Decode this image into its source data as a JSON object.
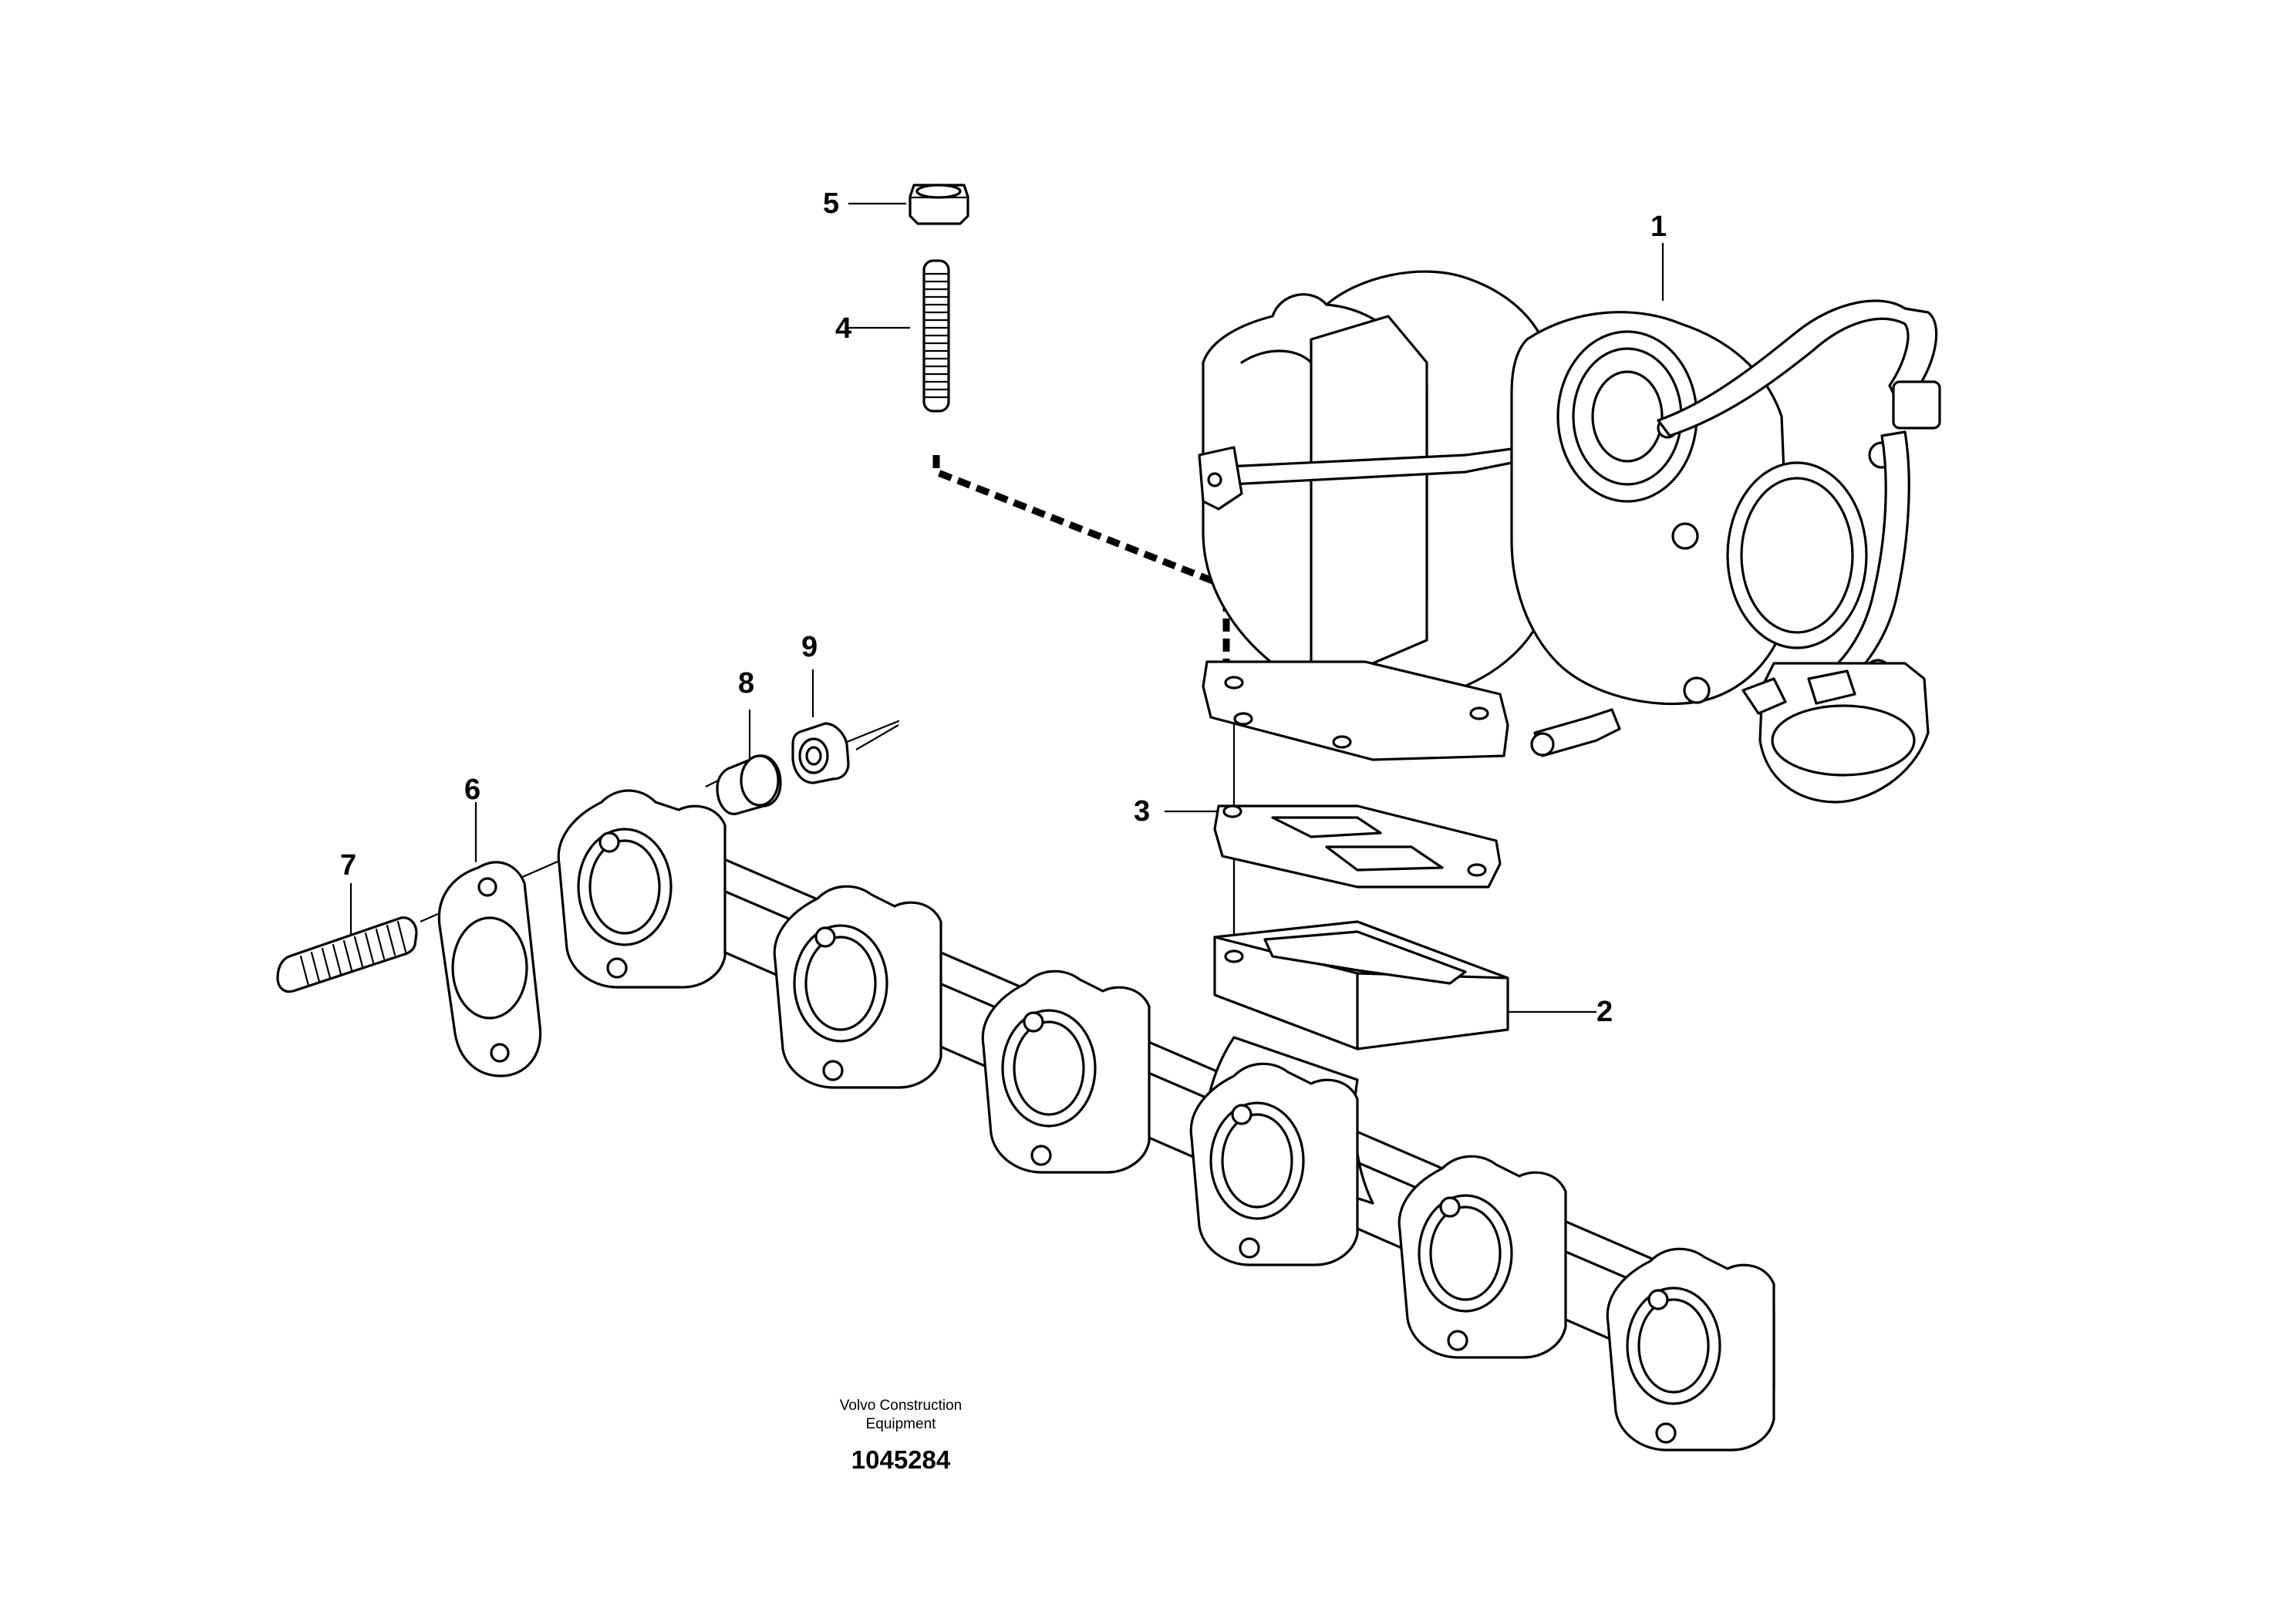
{
  "callouts": [
    {
      "id": "1",
      "label": "1"
    },
    {
      "id": "2",
      "label": "2"
    },
    {
      "id": "3",
      "label": "3"
    },
    {
      "id": "4",
      "label": "4"
    },
    {
      "id": "5",
      "label": "5"
    },
    {
      "id": "6",
      "label": "6"
    },
    {
      "id": "7",
      "label": "7"
    },
    {
      "id": "8",
      "label": "8"
    },
    {
      "id": "9",
      "label": "9"
    }
  ],
  "credit": {
    "line1": "Volvo Construction",
    "line2": "Equipment",
    "drawing_number": "1045284"
  }
}
